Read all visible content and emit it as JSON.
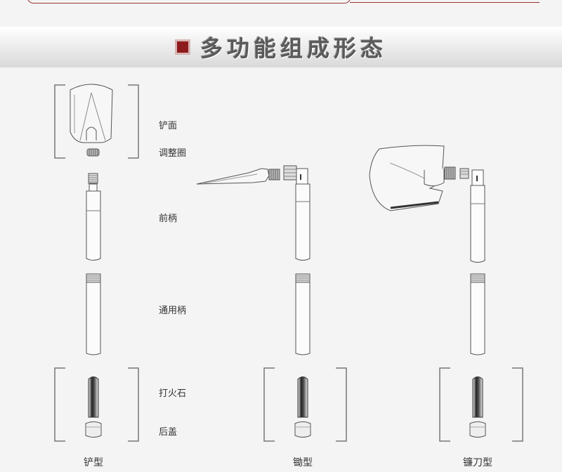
{
  "title": "多功能组成形态",
  "parts": [
    "铲面",
    "调整圈",
    "前柄",
    "通用柄",
    "打火石",
    "后盖"
  ],
  "configs": [
    "铲型",
    "锄型",
    "镰刀型"
  ]
}
